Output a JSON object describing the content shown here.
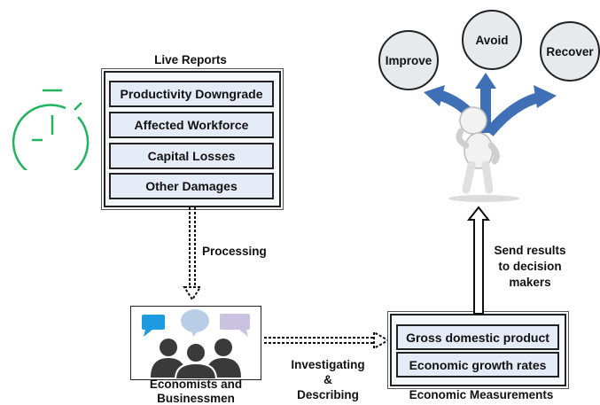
{
  "live_reports": {
    "title": "Live Reports",
    "items": [
      "Productivity Downgrade",
      "Affected Workforce",
      "Capital Losses",
      "Other Damages"
    ]
  },
  "processing_label": "Processing",
  "economists": {
    "label_line1": "Economists and",
    "label_line2": "Businessmen"
  },
  "investigating_label": {
    "line1": "Investigating",
    "line2": "&",
    "line3": "Describing"
  },
  "measurements": {
    "title": "Economic Measurements",
    "items": [
      "Gross domestic product",
      "Economic growth rates"
    ]
  },
  "send_label": {
    "line1": "Send results",
    "line2": "to decision",
    "line3": "makers"
  },
  "outcomes": [
    "Improve",
    "Avoid",
    "Recover"
  ],
  "colors": {
    "timer_green": "#21b35d",
    "bubble_blue": "#1e9be0",
    "bubble_light": "#b8cde6",
    "bubble_purple": "#c9c2e0",
    "arrow_blue": "#3f6fb5",
    "people": "#3a3a3a"
  },
  "icons": [
    "stopwatch-icon",
    "people-icon",
    "chat-bubble-icon",
    "thinking-figure-icon"
  ]
}
